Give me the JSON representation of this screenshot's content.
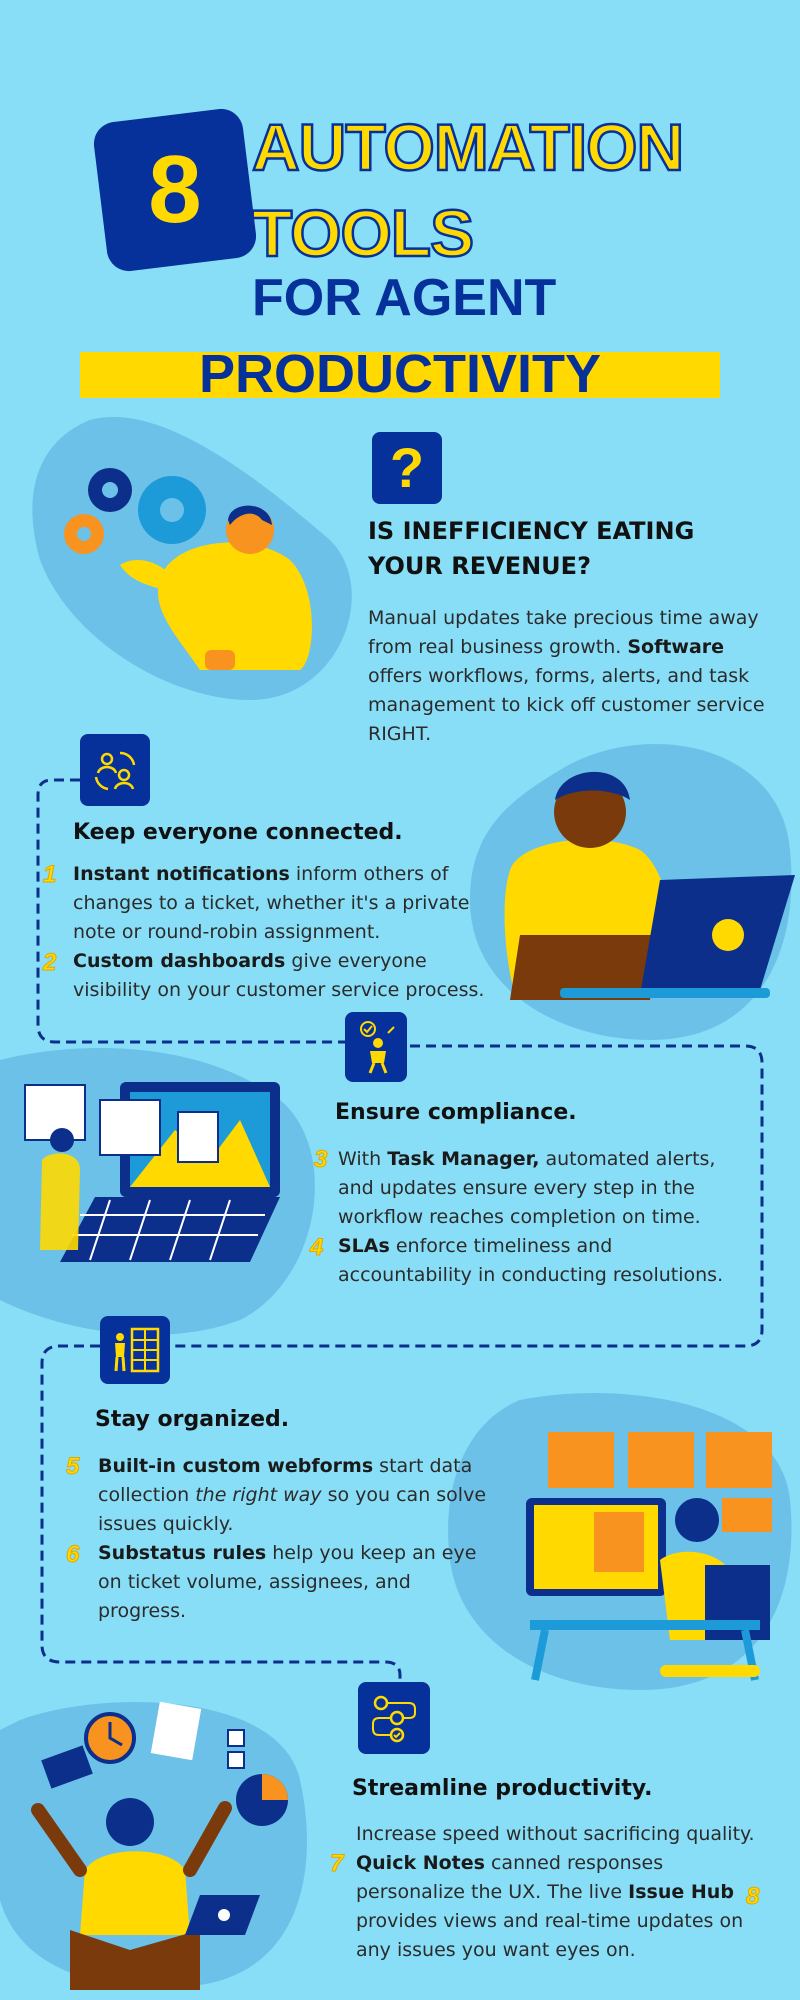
{
  "title": {
    "badge_number": "8",
    "line1": "AUTOMATION",
    "line2": "TOOLS",
    "line3": "FOR AGENT",
    "line4": "PRODUCTIVITY"
  },
  "intro": {
    "question_mark": "?",
    "heading_line1": "IS INEFFICIENCY EATING",
    "heading_line2": "YOUR REVENUE?",
    "body_pre": "Manual updates take precious time away from real business growth. ",
    "body_bold": "Software",
    "body_post": " offers workflows, forms, alerts, and task management to kick off customer service RIGHT."
  },
  "sections": {
    "connected": {
      "heading": "Keep everyone connected.",
      "item1_num": "1",
      "item1_bold": "Instant notifications",
      "item1_text": " inform others of changes to a ticket, whether it's a private note or round-robin assignment.",
      "item2_num": "2",
      "item2_bold": "Custom dashboards",
      "item2_text": " give everyone visibility on your customer service process."
    },
    "compliance": {
      "heading": "Ensure compliance.",
      "item3_num": "3",
      "item3_pre": "With ",
      "item3_bold": "Task Manager,",
      "item3_text": " automated alerts, and updates ensure every step in the workflow reaches completion on time.",
      "item4_num": "4",
      "item4_bold": "SLAs",
      "item4_text": " enforce timeliness and accountability in conducting resolutions."
    },
    "organized": {
      "heading": "Stay organized.",
      "item5_num": "5",
      "item5_bold": "Built-in custom webforms",
      "item5_text": " start data collection ",
      "item5_italic": "the right way",
      "item5_text2": " so you can solve issues quickly.",
      "item6_num": "6",
      "item6_bold": "Substatus rules",
      "item6_text": " help you keep an eye on ticket volume, assignees, and progress."
    },
    "streamline": {
      "heading": "Streamline productivity.",
      "item7_num": "7",
      "item8_num": "8",
      "text1": "Increase speed without sacrificing quality. ",
      "bold1": "Quick Notes",
      "text2": " canned responses personalize the UX. The live ",
      "bold2": "Issue Hub",
      "text3": " provides views and real-time updates on any issues you want eyes on."
    }
  },
  "colors": {
    "background": "#88def6",
    "navy": "#06319a",
    "yellow": "#ffd900",
    "blob": "#6cc1e8",
    "orange": "#f7931e"
  },
  "icons": [
    "gears-icon",
    "question-icon",
    "people-sync-icon",
    "compliance-figure-icon",
    "shelves-icon",
    "settings-flow-icon"
  ]
}
